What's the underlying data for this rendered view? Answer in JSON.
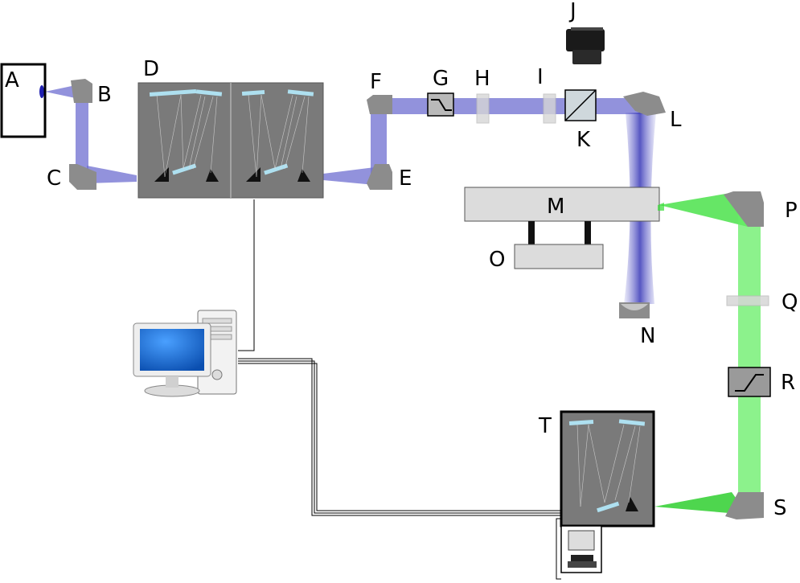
{
  "labels": {
    "A": "A",
    "B": "B",
    "C": "C",
    "D": "D",
    "E": "E",
    "F": "F",
    "G": "G",
    "H": "H",
    "I": "I",
    "J": "J",
    "K": "K",
    "L": "L",
    "M": "M",
    "N": "N",
    "O": "O",
    "P": "P",
    "Q": "Q",
    "R": "R",
    "S": "S",
    "T": "T"
  },
  "colors": {
    "blue_beam": "#6d6dd0",
    "green_beam": "#66ee66",
    "mirror": "#8c8c8c",
    "spectrometer": "#7a7a7a",
    "grating": "#aee0f0",
    "stage": "#dcdcdc"
  },
  "icons": {
    "computer": "desktop-computer-icon",
    "camera": "camera-icon",
    "filter_G": "shortpass-filter-icon",
    "filter_R": "longpass-filter-icon"
  }
}
